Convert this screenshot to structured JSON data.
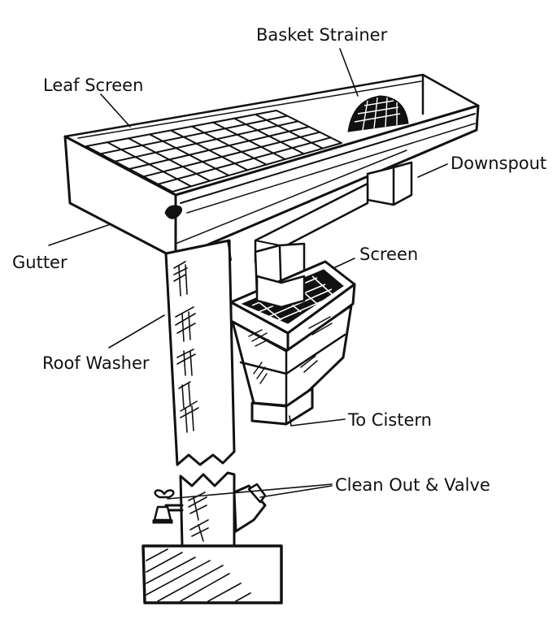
{
  "diagram": {
    "title": "Rainwater Harvesting Gutter System",
    "labels": {
      "basket_strainer": "Basket Strainer",
      "leaf_screen": "Leaf Screen",
      "downspout": "Downspout",
      "gutter": "Gutter",
      "screen": "Screen",
      "roof_washer": "Roof Washer",
      "to_cistern": "To Cistern",
      "clean_out_valve": "Clean Out & Valve"
    },
    "colors": {
      "ink": "#111111",
      "background": "#ffffff"
    }
  }
}
